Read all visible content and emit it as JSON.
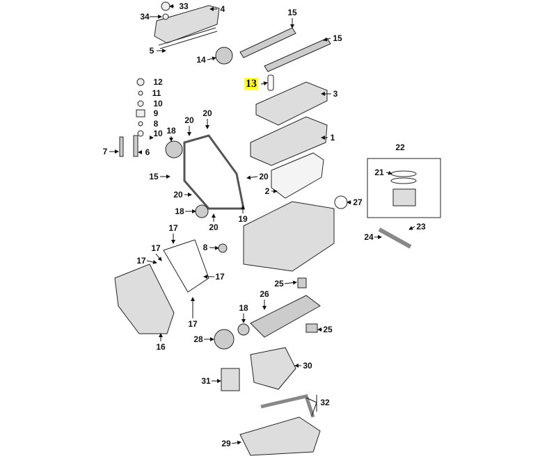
{
  "diagram": {
    "highlight_color": "#ffff33",
    "callouts": [
      {
        "label": "33"
      },
      {
        "label": "34"
      },
      {
        "label": "4"
      },
      {
        "label": "15"
      },
      {
        "label": "15"
      },
      {
        "label": "5"
      },
      {
        "label": "14"
      },
      {
        "label": "13",
        "highlighted": true
      },
      {
        "label": "3"
      },
      {
        "label": "12"
      },
      {
        "label": "11"
      },
      {
        "label": "10"
      },
      {
        "label": "9"
      },
      {
        "label": "8"
      },
      {
        "label": "10"
      },
      {
        "label": "7"
      },
      {
        "label": "6"
      },
      {
        "label": "20"
      },
      {
        "label": "20"
      },
      {
        "label": "18"
      },
      {
        "label": "1"
      },
      {
        "label": "22"
      },
      {
        "label": "21"
      },
      {
        "label": "15"
      },
      {
        "label": "20"
      },
      {
        "label": "20"
      },
      {
        "label": "2"
      },
      {
        "label": "27"
      },
      {
        "label": "18"
      },
      {
        "label": "19"
      },
      {
        "label": "20"
      },
      {
        "label": "17"
      },
      {
        "label": "24"
      },
      {
        "label": "23"
      },
      {
        "label": "8"
      },
      {
        "label": "17"
      },
      {
        "label": "17"
      },
      {
        "label": "17"
      },
      {
        "label": "25"
      },
      {
        "label": "26"
      },
      {
        "label": "18"
      },
      {
        "label": "17"
      },
      {
        "label": "25"
      },
      {
        "label": "28"
      },
      {
        "label": "16"
      },
      {
        "label": "30"
      },
      {
        "label": "31"
      },
      {
        "label": "32"
      },
      {
        "label": "29"
      }
    ]
  }
}
